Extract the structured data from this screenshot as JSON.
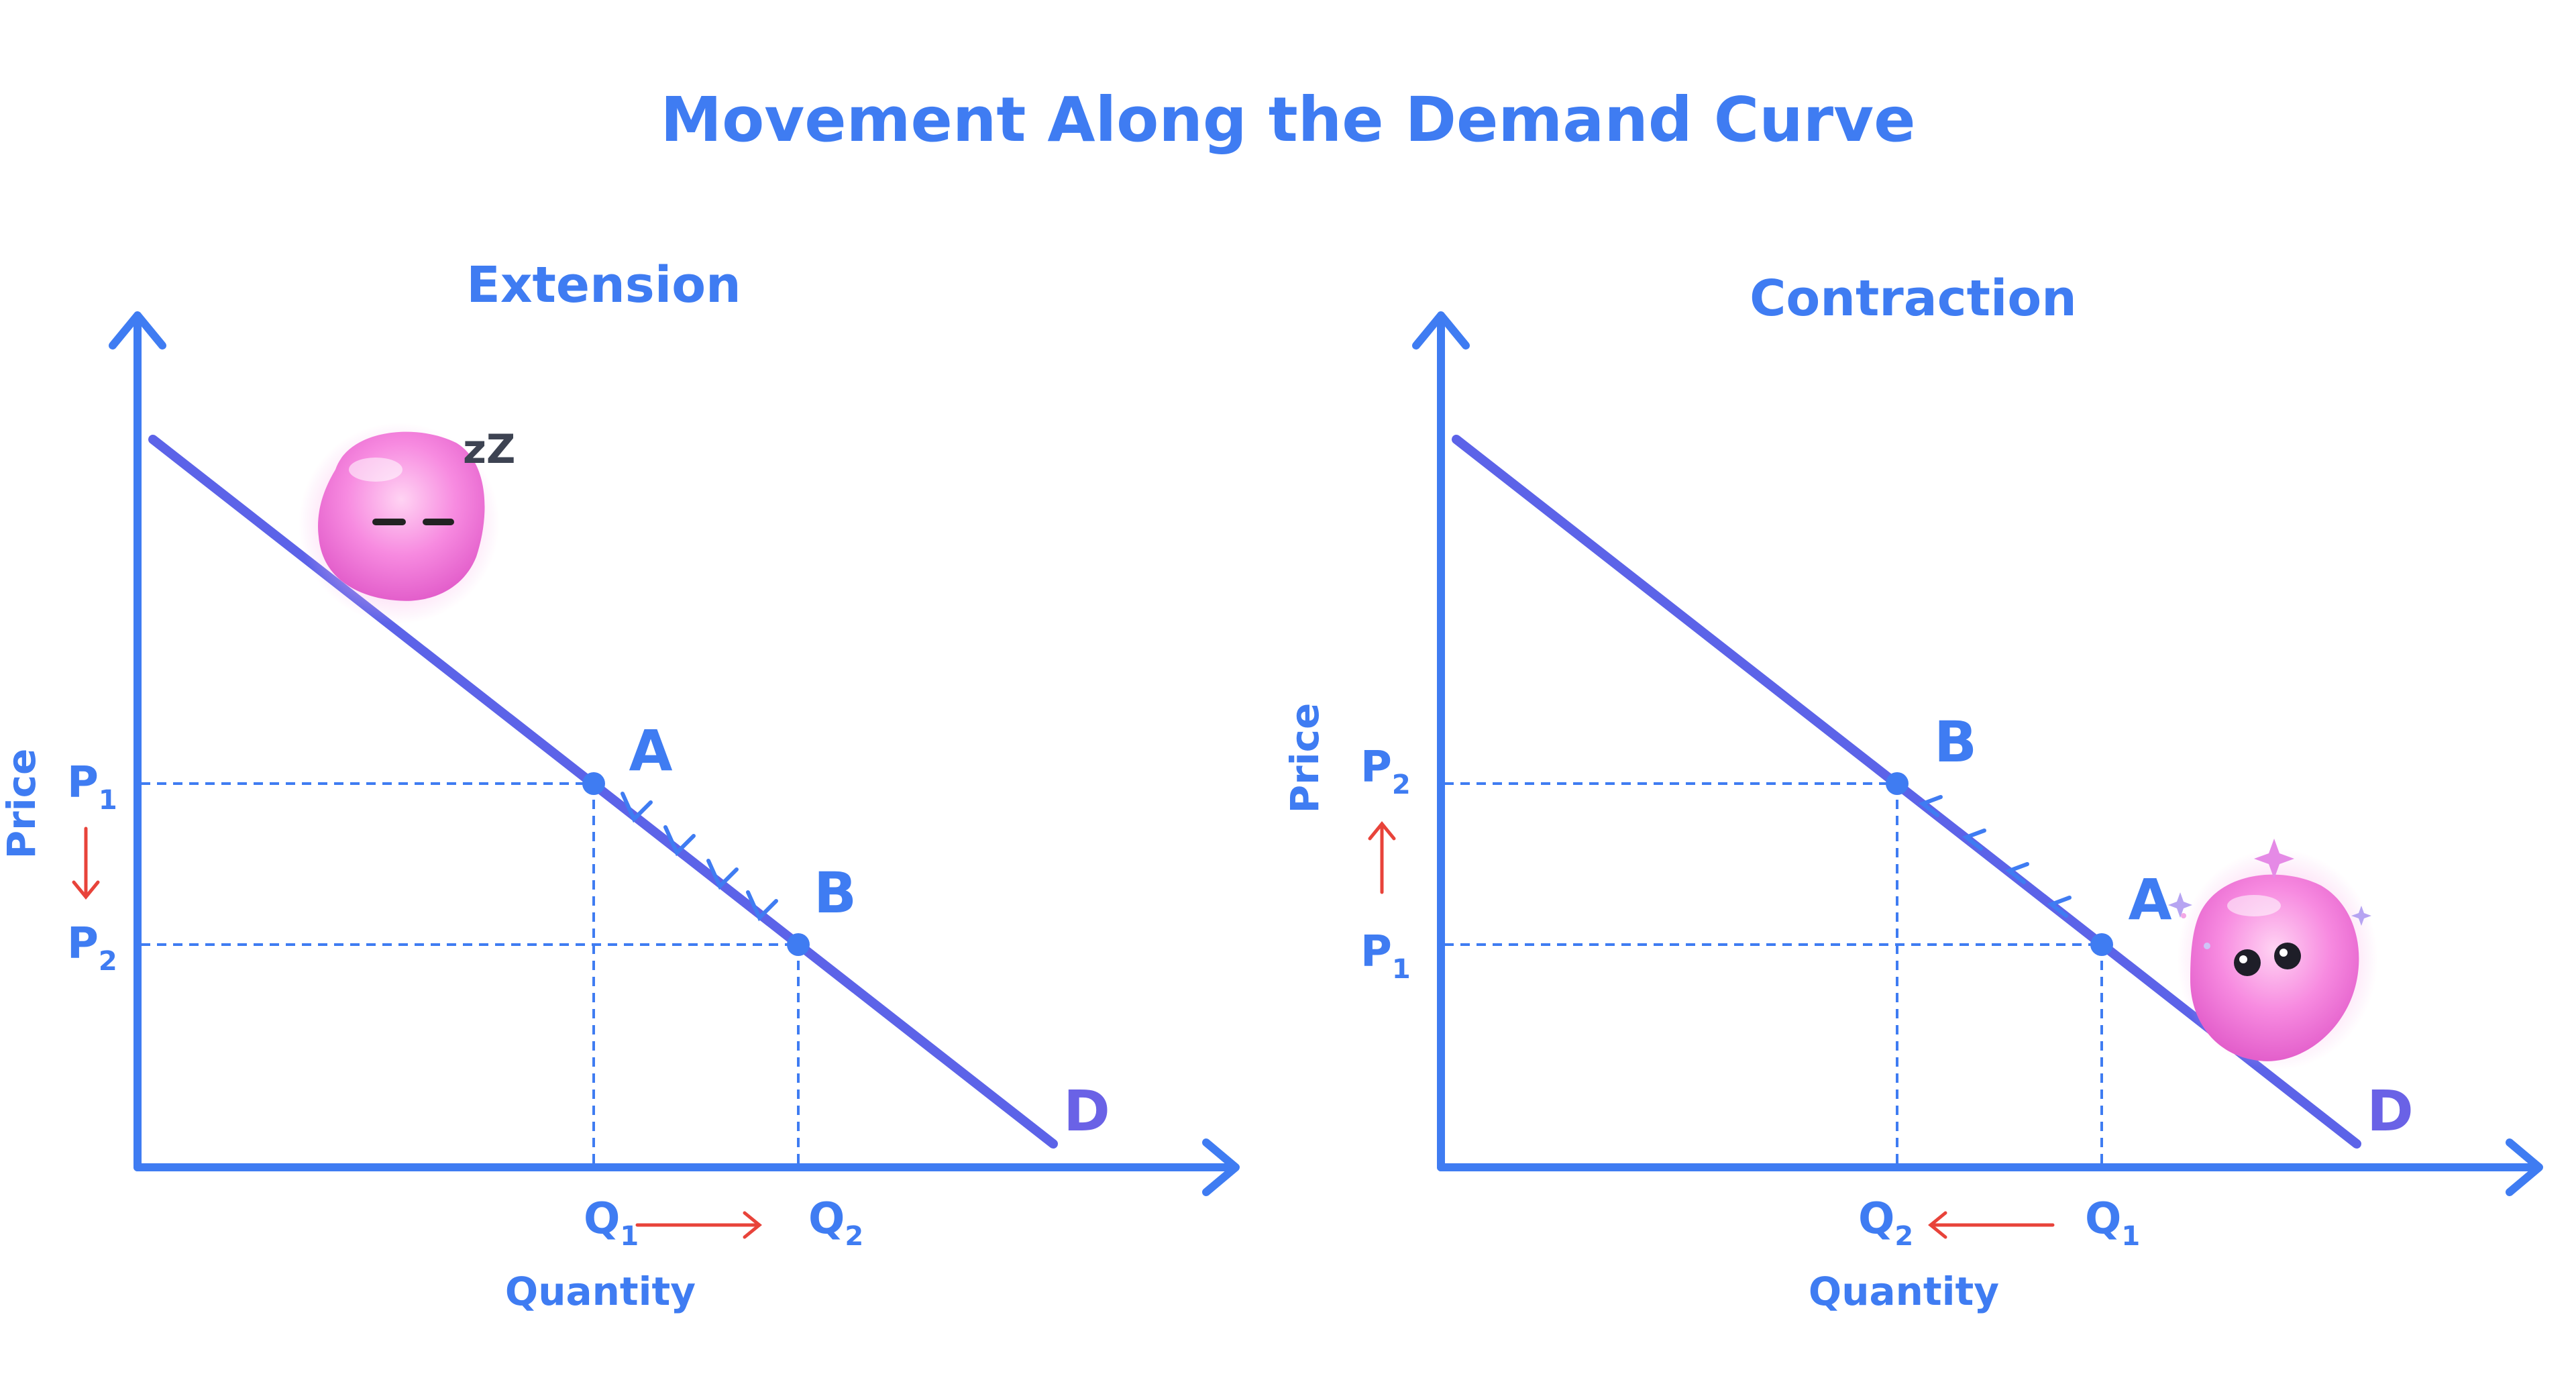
{
  "title": "Movement Along the Demand Curve",
  "colors": {
    "axis": "#3f7cf2",
    "curve": "#5c63e8",
    "guide": "#3f7cf2",
    "arrow_red": "#e8433a",
    "blob": "#f27ad9"
  },
  "panels": [
    {
      "title": "Extension",
      "y_axis_label": "Price",
      "x_axis_label": "Quantity",
      "curve_label": "D",
      "point_upper_label": "A",
      "point_lower_label": "B",
      "price_upper": {
        "letter": "P",
        "sub": "1"
      },
      "price_lower": {
        "letter": "P",
        "sub": "2"
      },
      "qty_left": {
        "letter": "Q",
        "sub": "1"
      },
      "qty_right": {
        "letter": "Q",
        "sub": "2"
      },
      "price_arrow": "down",
      "qty_arrow": "right",
      "movement": "A to B",
      "mascot": {
        "mood": "sleeping",
        "zz_text": "zZ"
      }
    },
    {
      "title": "Contraction",
      "y_axis_label": "Price",
      "x_axis_label": "Quantity",
      "curve_label": "D",
      "point_upper_label": "B",
      "point_lower_label": "A",
      "price_upper": {
        "letter": "P",
        "sub": "2"
      },
      "price_lower": {
        "letter": "P",
        "sub": "1"
      },
      "qty_left": {
        "letter": "Q",
        "sub": "2"
      },
      "qty_right": {
        "letter": "Q",
        "sub": "1"
      },
      "price_arrow": "up",
      "qty_arrow": "left",
      "movement": "A to B",
      "mascot": {
        "mood": "excited",
        "sparkles": true
      }
    }
  ]
}
